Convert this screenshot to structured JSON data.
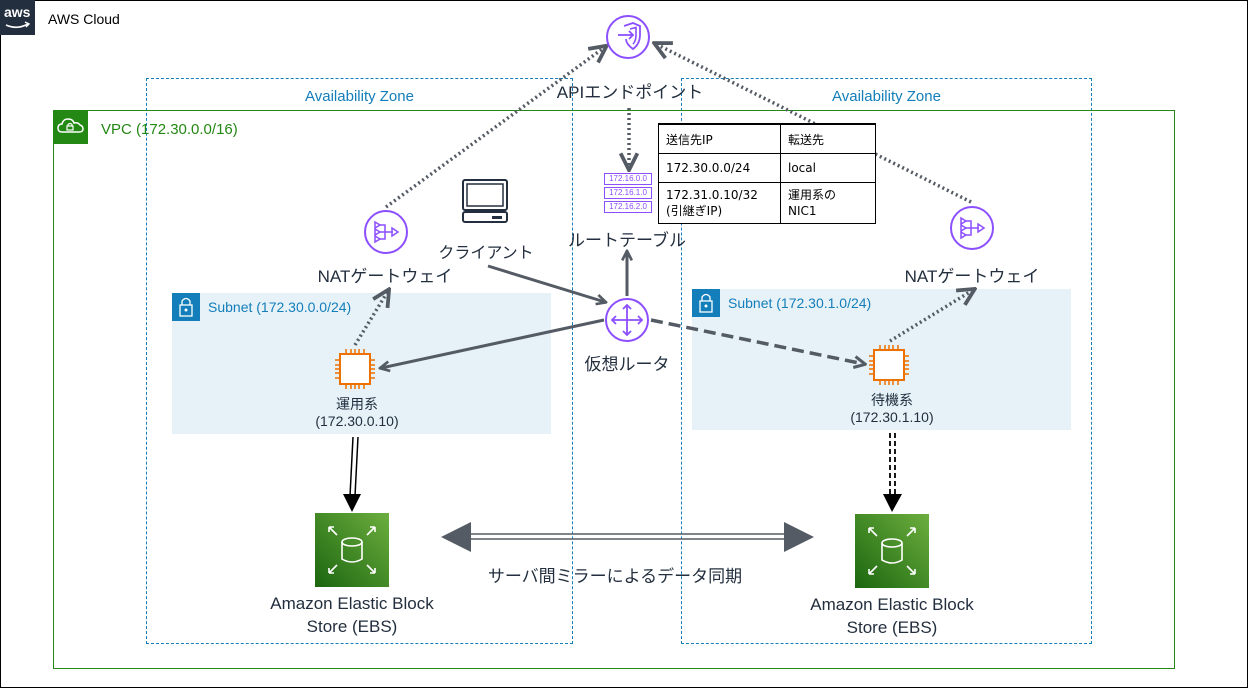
{
  "diagram": {
    "cloud_title": "AWS Cloud",
    "aws_logo_text": "aws",
    "vpc_title": "VPC (172.30.0.0/16)",
    "availability_zones": [
      {
        "title": "Availability Zone"
      },
      {
        "title": "Availability Zone"
      }
    ],
    "subnets": [
      {
        "title": "Subnet (172.30.0.0/24)"
      },
      {
        "title": "Subnet (172.30.1.0/24)"
      }
    ],
    "api_endpoint": {
      "label": "APIエンドポイント"
    },
    "route_table": {
      "label": "ルートテーブル",
      "icon_rows": [
        "172.16.0.0",
        "172.16.1.0",
        "172.16.2.0"
      ],
      "headers": [
        "送信先IP",
        "転送先"
      ],
      "rows": [
        {
          "dest_line1": "172.30.0.0/24",
          "dest_line2": "",
          "target_line1": "local",
          "target_line2": ""
        },
        {
          "dest_line1": "172.31.0.10/32",
          "dest_line2": "(引継ぎIP)",
          "target_line1": "運用系の",
          "target_line2": "NIC1"
        }
      ]
    },
    "nat_gateways": [
      {
        "label": "NATゲートウェイ"
      },
      {
        "label": "NATゲートウェイ"
      }
    ],
    "client": {
      "label": "クライアント"
    },
    "router": {
      "label": "仮想ルータ"
    },
    "instances": [
      {
        "name": "運用系",
        "ip": "(172.30.0.10)"
      },
      {
        "name": "待機系",
        "ip": "(172.30.1.10)"
      }
    ],
    "ebs": [
      {
        "line1": "Amazon Elastic Block",
        "line2": "Store (EBS)"
      },
      {
        "line1": "Amazon Elastic Block",
        "line2": "Store (EBS)"
      }
    ],
    "mirror_label": "サーバ間ミラーによるデータ同期",
    "colors": {
      "az_border": "#147eba",
      "vpc_border": "#248814",
      "subnet_fill": "#e6f2f8",
      "purple_icon": "#8c4fff",
      "ec2_orange": "#ed7100",
      "arrow_gray": "#545b64"
    }
  }
}
